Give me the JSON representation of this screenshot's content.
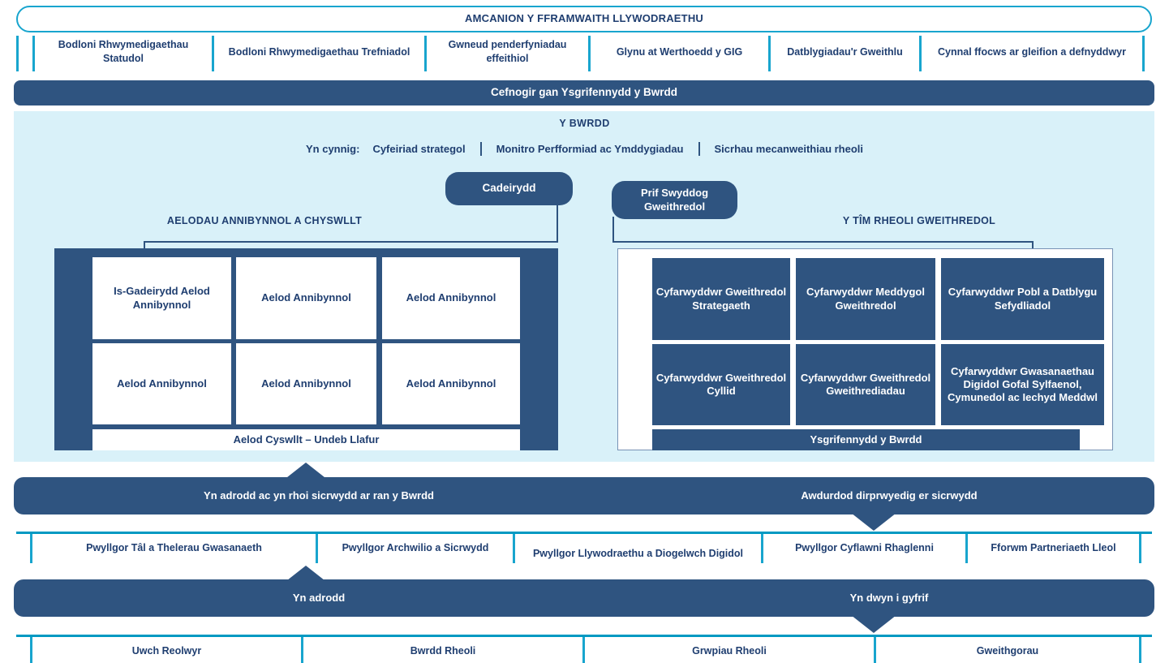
{
  "colors": {
    "navy": "#2F5480",
    "navy_text": "#1F3E70",
    "teal": "#18A5CE",
    "teal_rule": "#0099C2",
    "pale_blue": "#D9F1F9",
    "white": "#FFFFFF"
  },
  "objectives": {
    "title": "AMCANION Y FFRAMWAITH LLYWODRAETHU",
    "items": [
      "Bodloni Rhwymedigaethau Statudol",
      "Bodloni Rhwymedigaethau Trefniadol",
      "Gwneud penderfyniadau effeithiol",
      "Glynu at Werthoedd y GIG",
      "Datblygiadau'r Gweithlu",
      "Cynnal ffocws ar gleifion a defnyddwyr"
    ]
  },
  "support_bar": {
    "label": "Cefnogir gan Ysgrifennydd y Bwrdd"
  },
  "board": {
    "title": "Y BWRDD",
    "offers_lead": "Yn cynnig:",
    "offers": [
      "Cyfeiriad strategol",
      "Monitro Perfformiad ac Ymddygiadau",
      "Sicrhau mecanweithiau rheoli"
    ],
    "chair": "Cadeirydd",
    "ceo": "Prif Swyddog Gweithredol",
    "left_section": {
      "caption": "AELODAU ANNIBYNNOL A CHYSWLLT",
      "members": [
        "Is-Gadeirydd Aelod Annibynnol",
        "Aelod Annibynnol",
        "Aelod Annibynnol",
        "Aelod Annibynnol",
        "Aelod Annibynnol",
        "Aelod Annibynnol"
      ],
      "footer": "Aelod Cyswllt – Undeb Llafur"
    },
    "right_section": {
      "caption": "Y TÎM RHEOLI GWEITHREDOL",
      "members": [
        "Cyfarwyddwr Gweithredol Strategaeth",
        "Cyfarwyddwr Meddygol Gweithredol",
        "Cyfarwyddwr Pobl a Datblygu Sefydliadol",
        "Cyfarwyddwr Gweithredol Cyllid",
        "Cyfarwyddwr Gweithredol Gweithrediadau",
        "Cyfarwyddwr Gwasanaethau Digidol Gofal Sylfaenol, Cymunedol ac Iechyd Meddwl"
      ],
      "footer": "Ysgrifennydd y Bwrdd"
    }
  },
  "assurance_bar": {
    "left_label": "Yn adrodd ac yn rhoi sicrwydd ar ran y Bwrdd",
    "right_label": "Awdurdod dirprwyedig er sicrwydd"
  },
  "committees": {
    "items": [
      "Pwyllgor Tâl a Thelerau Gwasanaeth",
      "Pwyllgor Archwilio a Sicrwydd",
      "Pwyllgor Llywodraethu a Diogelwch Digidol",
      "Pwyllgor Cyflawni Rhaglenni",
      "Fforwm Partneriaeth Lleol"
    ]
  },
  "report_bar": {
    "left_label": "Yn adrodd",
    "right_label": "Yn dwyn i gyfrif"
  },
  "groups": {
    "items": [
      "Uwch Reolwyr",
      "Bwrdd Rheoli",
      "Grwpiau Rheoli",
      "Gweithgorau"
    ]
  }
}
